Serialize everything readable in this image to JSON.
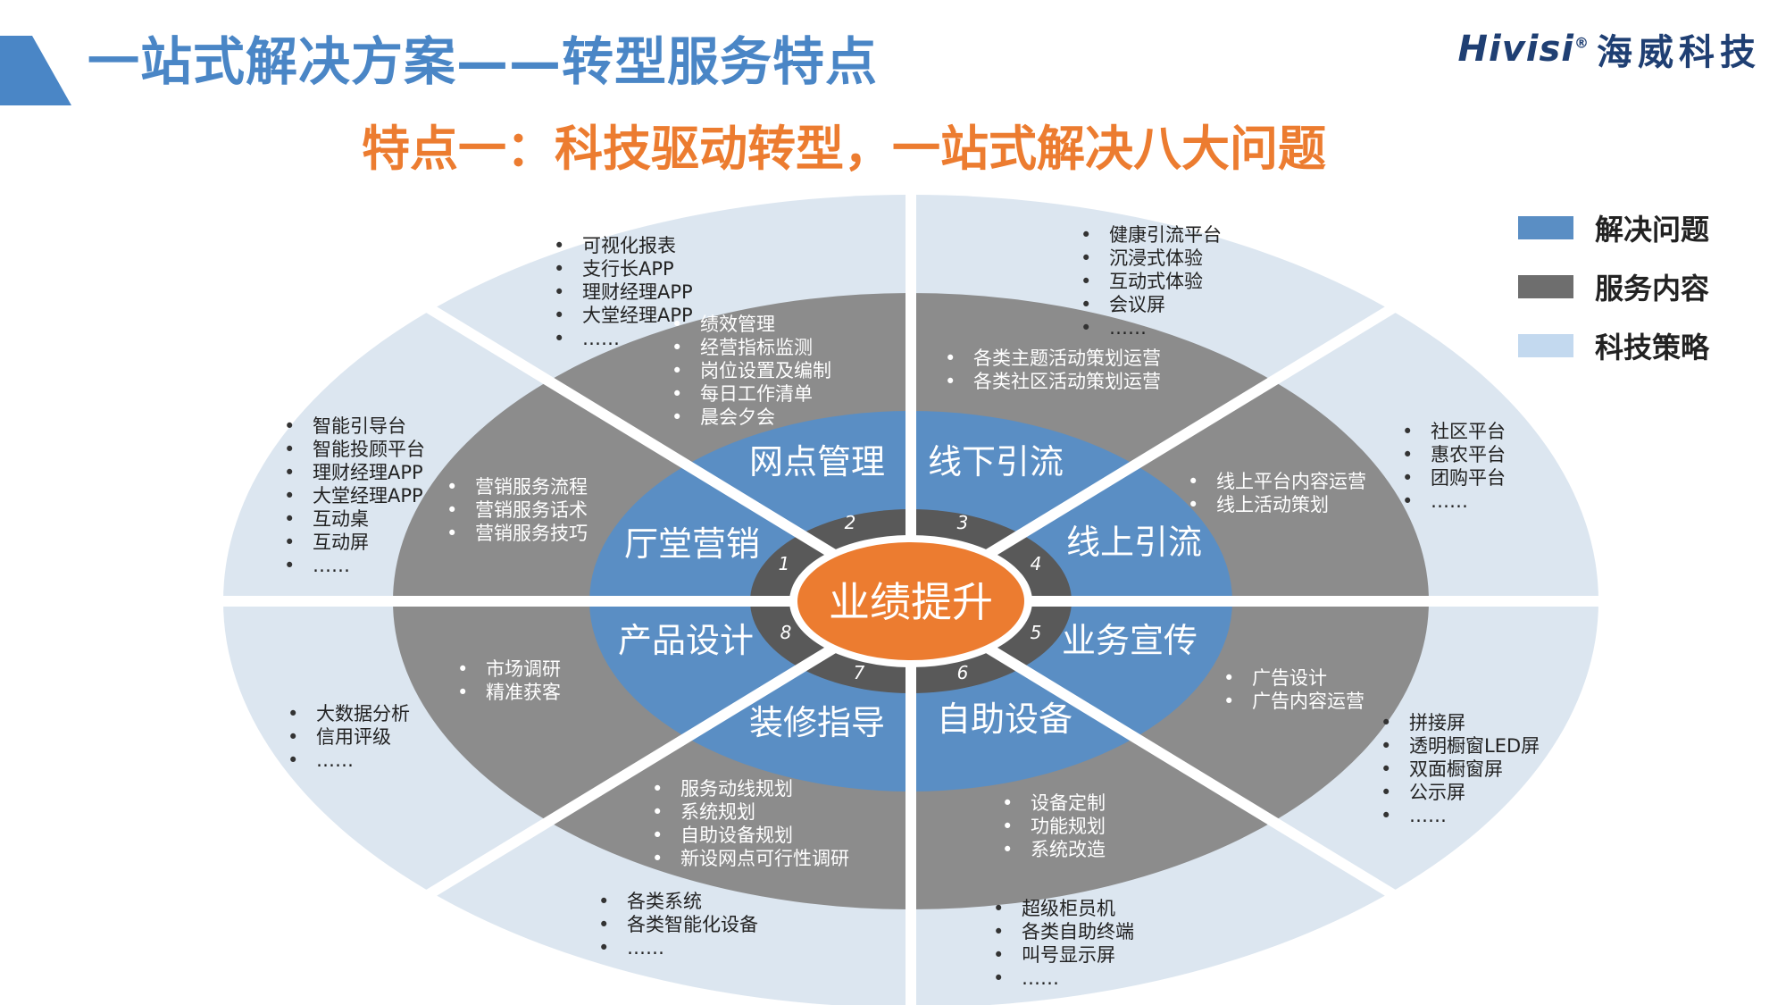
{
  "header": {
    "title": "一站式解决方案——转型服务特点",
    "logo_en": "Hivisi",
    "logo_reg": "®",
    "logo_cn": "海威科技",
    "subtitle": "特点一：科技驱动转型，一站式解决八大问题"
  },
  "colors": {
    "accent_blue": "#4a86c6",
    "orange": "#ec7c30",
    "problem_blue": "#5a8ec4",
    "service_gray": "#8c8c8c",
    "tech_lightblue": "#dce6f0",
    "ring_dark": "#595959"
  },
  "legend": [
    {
      "label": "解决问题",
      "color": "#5a8ec4"
    },
    {
      "label": "服务内容",
      "color": "#6e6e6e"
    },
    {
      "label": "科技策略",
      "color": "#c3d9ef"
    }
  ],
  "center": {
    "label": "业绩提升"
  },
  "problems": [
    {
      "num": "1",
      "label": "厅堂营销"
    },
    {
      "num": "2",
      "label": "网点管理"
    },
    {
      "num": "3",
      "label": "线下引流"
    },
    {
      "num": "4",
      "label": "线上引流"
    },
    {
      "num": "5",
      "label": "业务宣传"
    },
    {
      "num": "6",
      "label": "自助设备"
    },
    {
      "num": "7",
      "label": "装修指导"
    },
    {
      "num": "8",
      "label": "产品设计"
    }
  ],
  "services": {
    "hall_marketing": [
      "营销服务流程",
      "营销服务话术",
      "营销服务技巧"
    ],
    "branch_management": [
      "绩效管理",
      "经营指标监测",
      "岗位设置及编制",
      "每日工作清单",
      "晨会夕会"
    ],
    "offline_traffic": [
      "各类主题活动策划运营",
      "各类社区活动策划运营"
    ],
    "online_traffic": [
      "线上平台内容运营",
      "线上活动策划"
    ],
    "business_promotion": [
      "广告设计",
      "广告内容运营"
    ],
    "self_service": [
      "设备定制",
      "功能规划",
      "系统改造"
    ],
    "decoration": [
      "服务动线规划",
      "系统规划",
      "自助设备规划",
      "新设网点可行性调研"
    ],
    "product_design": [
      "市场调研",
      "精准获客"
    ]
  },
  "tech": {
    "hall_marketing": [
      "智能引导台",
      "智能投顾平台",
      "理财经理APP",
      "大堂经理APP",
      "互动桌",
      "互动屏",
      "……"
    ],
    "branch_management": [
      "可视化报表",
      "支行长APP",
      "理财经理APP",
      "大堂经理APP",
      "……"
    ],
    "offline_traffic": [
      "健康引流平台",
      "沉浸式体验",
      "互动式体验",
      "会议屏",
      "……"
    ],
    "online_traffic": [
      "社区平台",
      "惠农平台",
      "团购平台",
      "……"
    ],
    "business_promotion": [
      "拼接屏",
      "透明橱窗LED屏",
      "双面橱窗屏",
      "公示屏",
      "……"
    ],
    "self_service": [
      "超级柜员机",
      "各类自助终端",
      "叫号显示屏",
      "……"
    ],
    "decoration": [
      "各类系统",
      "各类智能化设备",
      "……"
    ],
    "product_design": [
      "大数据分析",
      "信用评级",
      "……"
    ]
  }
}
